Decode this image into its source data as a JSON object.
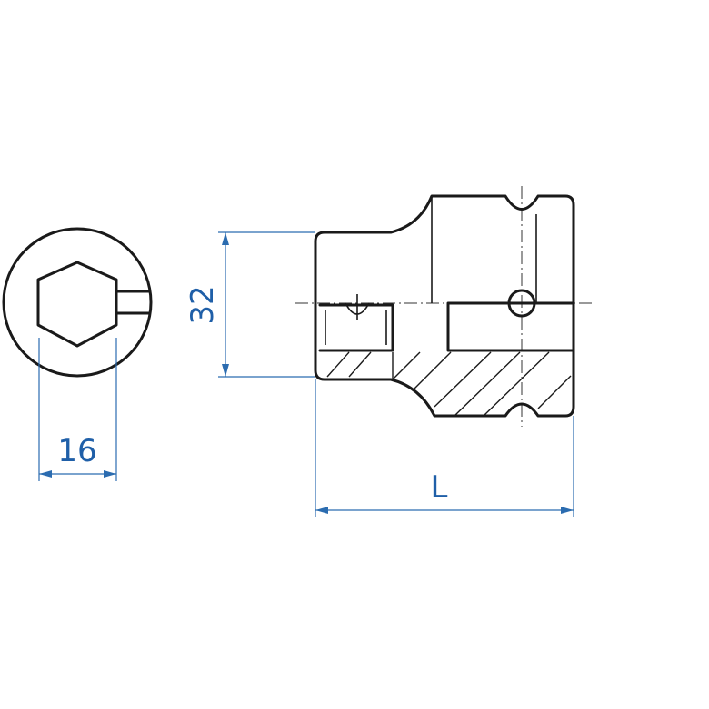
{
  "dimensions": {
    "square_drive": "16",
    "across_flats": "32",
    "length": "L"
  },
  "colors": {
    "outline": "#1a1a1a",
    "dimension": "#2b6cb0",
    "background": "#ffffff"
  }
}
